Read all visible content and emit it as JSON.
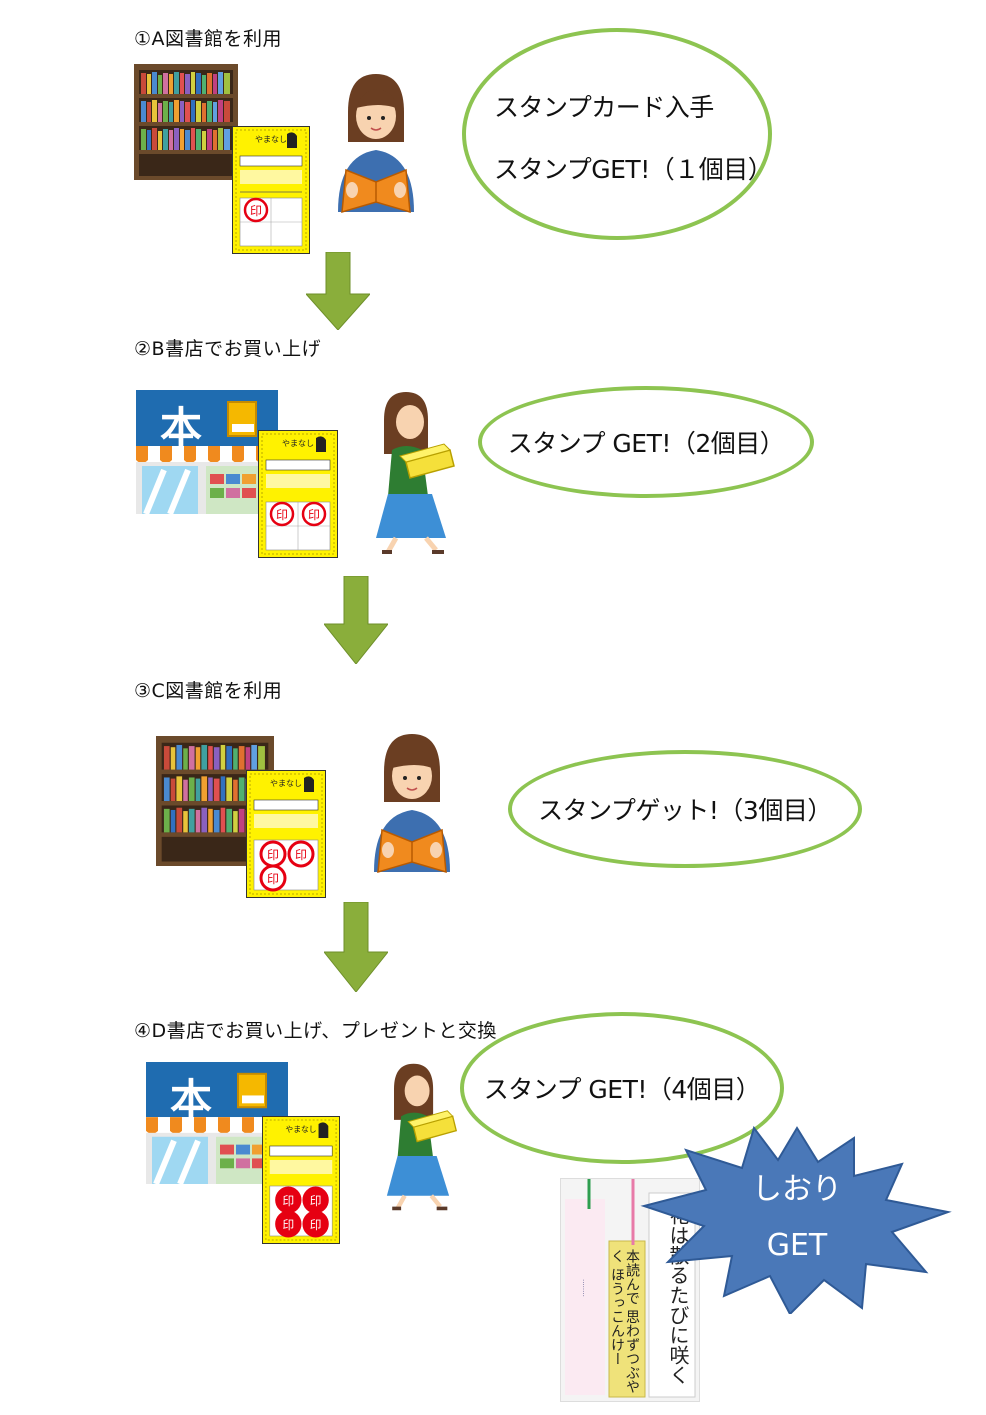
{
  "steps": [
    {
      "title": "①A図書館を利用",
      "bubble_lines": [
        "スタンプカード入手",
        "スタンプGET!（１個目）"
      ],
      "stamps": 1,
      "place": "library",
      "person": "reading"
    },
    {
      "title": "②B書店でお買い上げ",
      "bubble_lines": [
        "スタンプ GET!（2個目）"
      ],
      "stamps": 2,
      "place": "bookstore",
      "person": "carrying"
    },
    {
      "title": "③C図書館を利用",
      "bubble_lines": [
        "スタンプゲット!（3個目）"
      ],
      "stamps": 3,
      "place": "library",
      "person": "reading"
    },
    {
      "title": "④D書店でお買い上げ、プレゼントと交換",
      "bubble_lines": [
        "スタンプ GET!（4個目）"
      ],
      "stamps": 4,
      "place": "bookstore",
      "person": "carrying"
    }
  ],
  "store_sign": "本",
  "stamp_mark": "印",
  "reward": {
    "line1": "しおり",
    "line2": "GET"
  },
  "bookmark_text": {
    "center": "本読んで 思わずつぶやく ほうっこんけー",
    "right": "花は散るたびに咲く"
  },
  "colors": {
    "bubble_border": "#8dc451",
    "arrow": "#8aae3b",
    "burst": "#4a78b8",
    "card_yellow": "#fff200",
    "stamp_red": "#e60012",
    "store_blue": "#1f6cb0"
  }
}
